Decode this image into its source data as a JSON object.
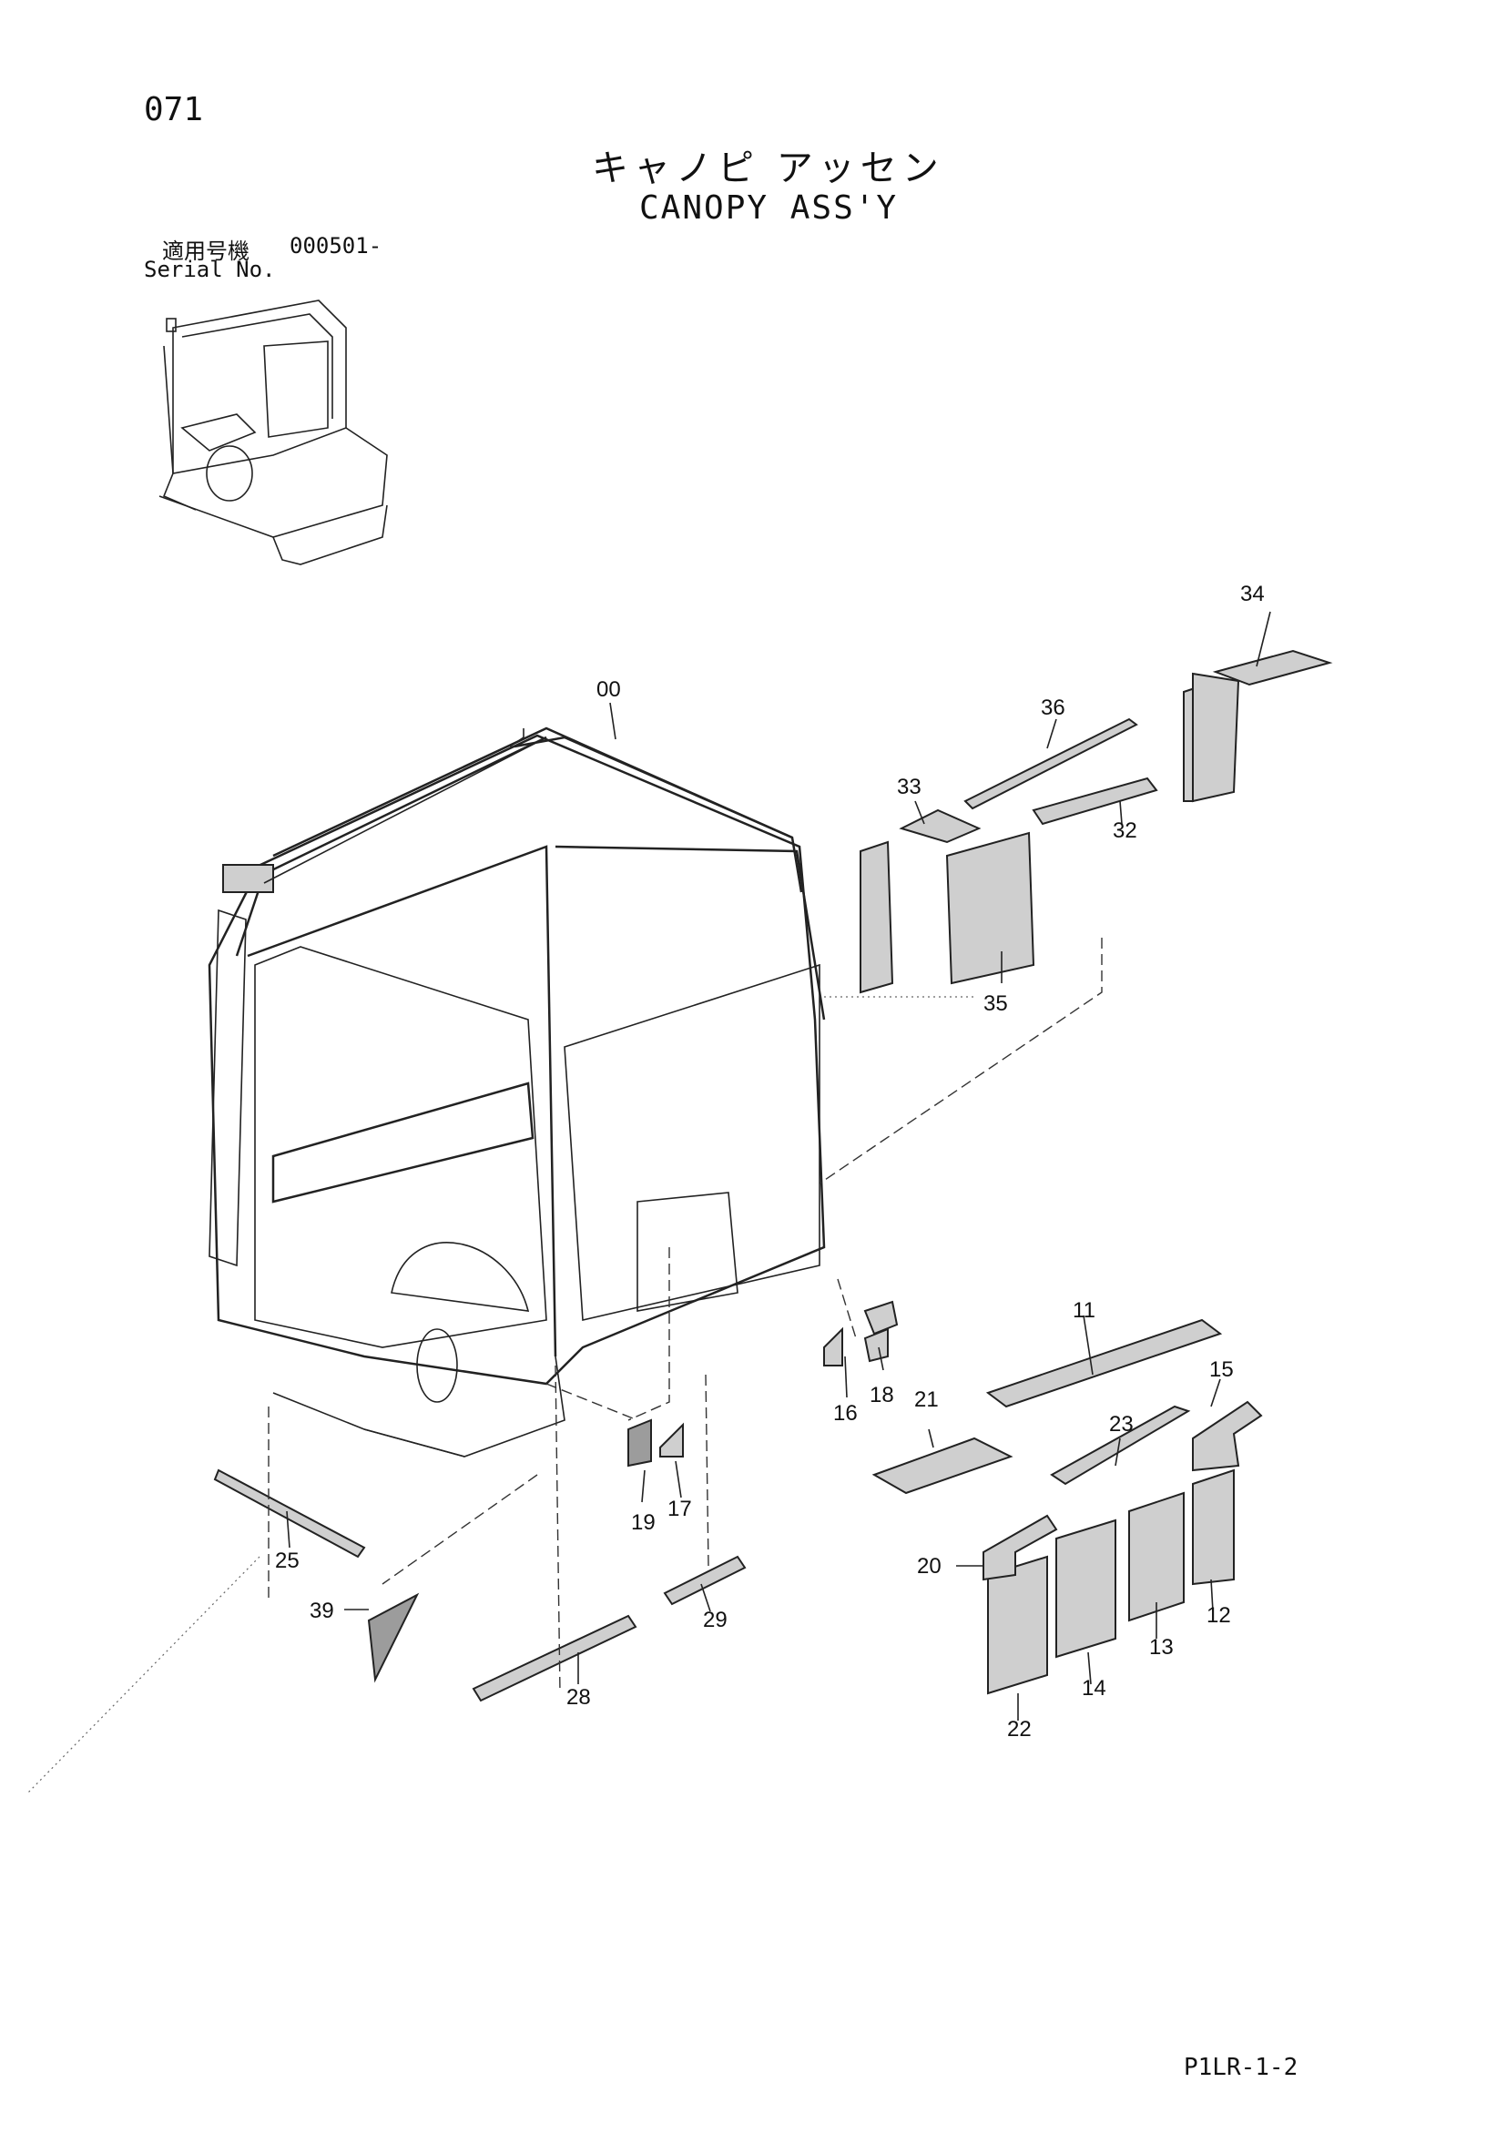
{
  "page": {
    "number": "071",
    "title_jp": "キャノピ アッセン",
    "title_en": "CANOPY ASS'Y",
    "serial_label_jp": "適用号機",
    "serial_value": "000501-",
    "serial_label_en": "Serial No.",
    "footer_code": "P1LR-1-2"
  },
  "callouts": [
    "00",
    "34",
    "36",
    "33",
    "32",
    "35",
    "11",
    "15",
    "16",
    "18",
    "21",
    "23",
    "19",
    "17",
    "20",
    "12",
    "25",
    "13",
    "39",
    "29",
    "14",
    "22",
    "28"
  ]
}
